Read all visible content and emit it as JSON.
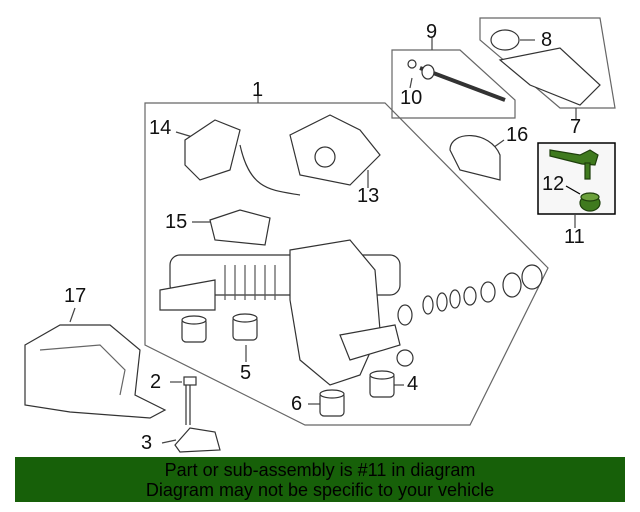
{
  "callouts": [
    "1",
    "2",
    "3",
    "4",
    "5",
    "6",
    "7",
    "8",
    "9",
    "10",
    "11",
    "12",
    "13",
    "14",
    "15",
    "16",
    "17"
  ],
  "highlighted_part": "11",
  "highlight_color": "#3f7a1e",
  "banner": {
    "line1": "Part or sub-assembly is #11 in diagram",
    "line2": "Diagram may not be specific to your vehicle",
    "color": "#176009"
  }
}
